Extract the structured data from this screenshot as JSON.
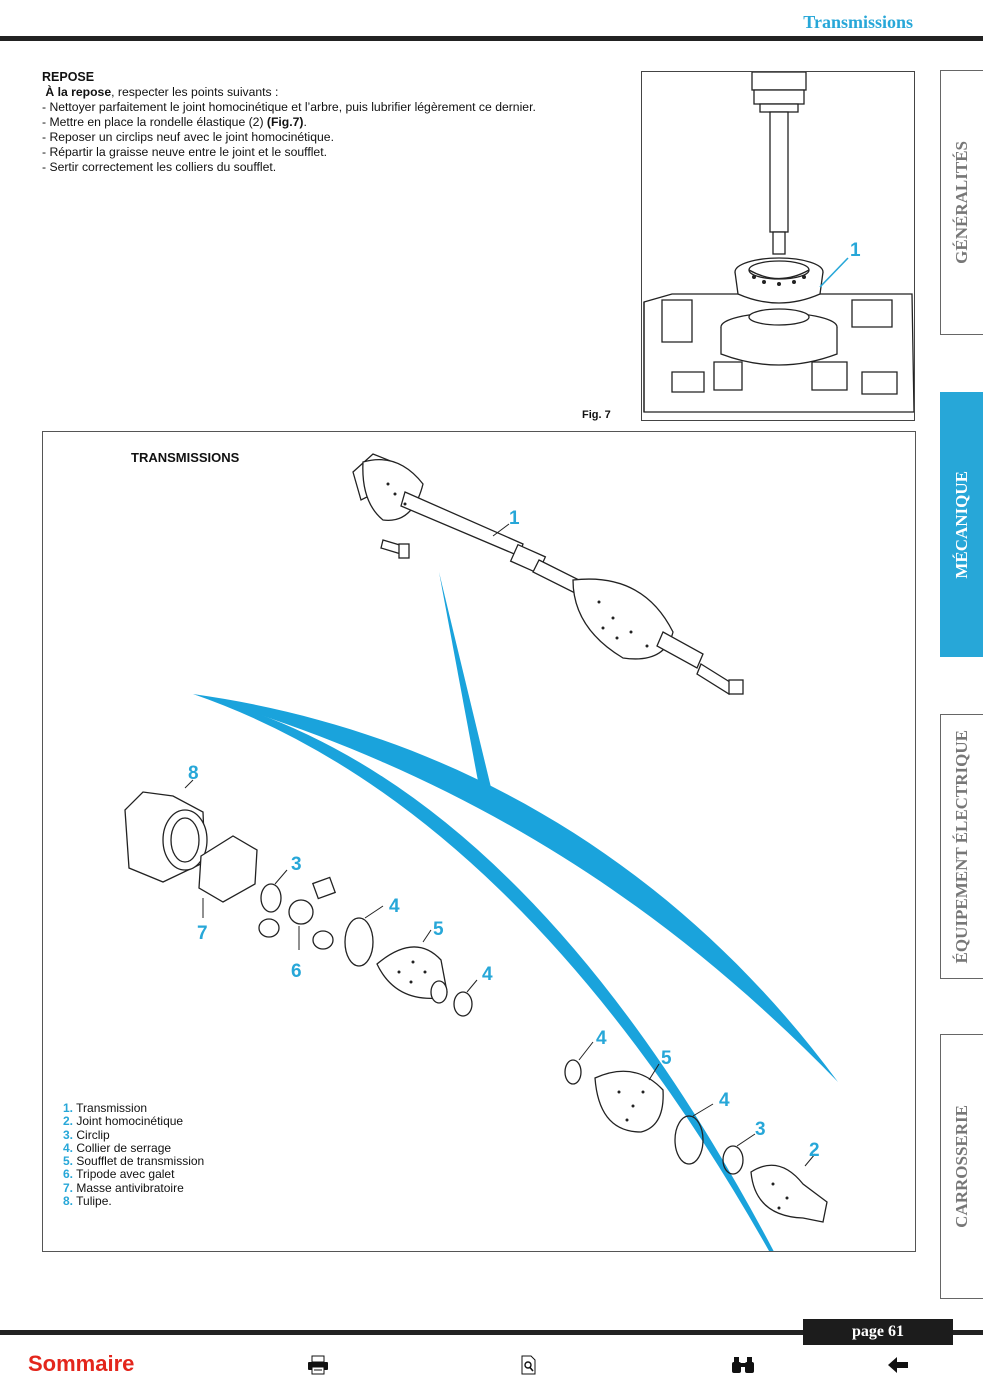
{
  "header": {
    "title": "Transmissions"
  },
  "repose": {
    "heading": "REPOSE",
    "intro_bold": "À la repose",
    "intro_rest": ", respecter les points suivants :",
    "line1": "- Nettoyer parfaitement le joint homocinétique et l’arbre, puis lubrifier légèrement ce dernier.",
    "line2_a": "- Mettre en place la rondelle élastique (2) ",
    "line2_bold": "(Fig.7)",
    "line2_b": ".",
    "line3": "- Reposer un circlips neuf avec le joint homocinétique.",
    "line4": "- Répartir la graisse neuve entre le joint et le soufflet.",
    "line5": "- Sertir correctement les colliers du soufflet."
  },
  "fig7": {
    "caption": "Fig. 7",
    "label_1": "1"
  },
  "diagram": {
    "title": "TRANSMISSIONS",
    "callouts": {
      "c1": "1",
      "c8": "8",
      "c3a": "3",
      "c7": "7",
      "c6": "6",
      "c4a": "4",
      "c5a": "5",
      "c4b": "4",
      "c4c": "4",
      "c5b": "5",
      "c4d": "4",
      "c3b": "3",
      "c2": "2"
    },
    "legend": [
      {
        "num": "1.",
        "text": "Transmission"
      },
      {
        "num": "2.",
        "text": "Joint homocinétique"
      },
      {
        "num": "3.",
        "text": "Circlip"
      },
      {
        "num": "4.",
        "text": "Collier de serrage"
      },
      {
        "num": "5.",
        "text": "Soufflet de transmission"
      },
      {
        "num": "6.",
        "text": "Tripode avec galet"
      },
      {
        "num": "7.",
        "text": "Masse antivibratoire"
      },
      {
        "num": "8.",
        "text": "Tulipe."
      }
    ]
  },
  "tabs": [
    "GÉNÉRALITÉS",
    "MÉCANIQUE",
    "ÉQUIPEMENT ÉLECTRIQUE",
    "CARROSSERIE"
  ],
  "footer": {
    "page": "page 61",
    "sommaire": "Sommaire",
    "icons": [
      "printer-icon",
      "search-page-icon",
      "binoculars-icon",
      "back-arrow-icon"
    ]
  },
  "colors": {
    "accent": "#27a7d8",
    "sommaire": "#e3261c",
    "rule": "#222222"
  }
}
